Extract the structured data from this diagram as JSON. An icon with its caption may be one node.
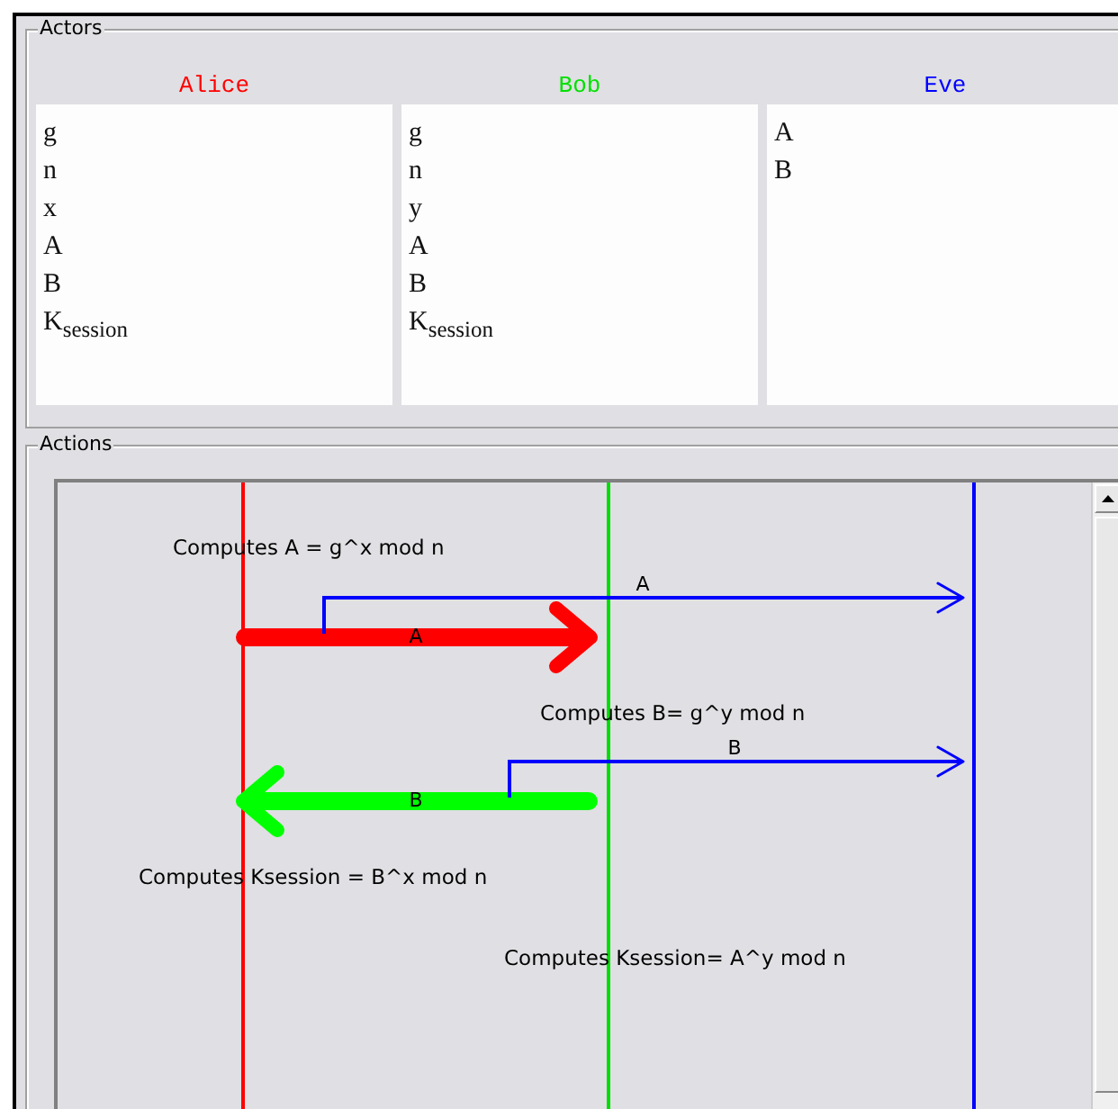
{
  "diagram": {
    "nodes": [
      {
        "text": [
          "Actors"
        ]
      },
      {
        "text": [
          "Alice",
          "g",
          "n",
          "x",
          "A",
          "B",
          "K$_{session}$"
        ],
        "in": 0
      },
      {
        "text": [
          "Bob",
          "g",
          "n",
          "y",
          "A",
          "B",
          "K$_{session}$"
        ],
        "in": 0
      },
      {
        "text": [
          "Eve",
          "A",
          "B"
        ],
        "in": 0
      },
      {
        "text": [
          "Actions"
        ]
      },
      {
        "text": [],
        "shape": "bar",
        "in": 4
      },
      {
        "text": [],
        "shape": "bar",
        "in": 4
      },
      {
        "text": [],
        "shape": "bar",
        "in": 4
      }
    ],
    "edges": [
      {
        "from": 5,
        "to": 6,
        "arrow": "to",
        "label": "A",
        "style": "thick",
        "color": "#ff0000"
      },
      {
        "from": null,
        "to": 7,
        "arrow": "to",
        "label": "A",
        "color": "#0000ff"
      },
      {
        "from": 6,
        "to": 5,
        "arrow": "to",
        "label": "B",
        "style": "thick",
        "color": "#00ff00"
      },
      {
        "from": null,
        "to": 7,
        "arrow": "to",
        "label": "B",
        "color": "#0000ff"
      }
    ],
    "labels": [
      "Computes A = g^x mod n",
      "Computes B= g^y mod n",
      "Computes Ksession = B^x mod n",
      "Computes Ksession= A^y mod n"
    ]
  }
}
